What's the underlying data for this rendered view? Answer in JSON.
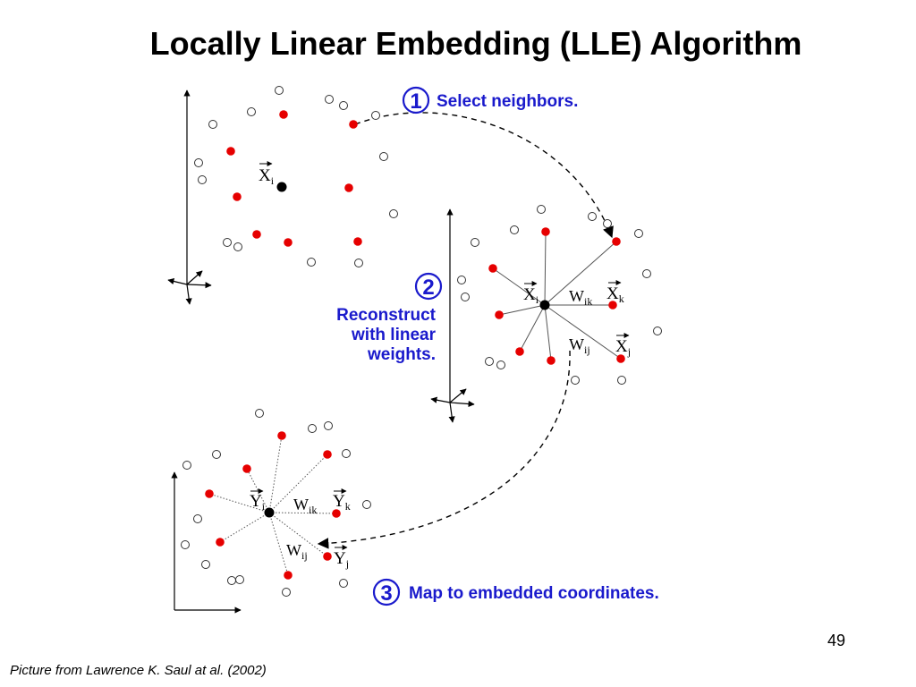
{
  "title": "Locally Linear Embedding (LLE) Algorithm",
  "steps": [
    {
      "number": "1",
      "label": "Select neighbors."
    },
    {
      "number": "2",
      "label_lines": [
        "Reconstruct",
        "with linear",
        "weights."
      ]
    },
    {
      "number": "3",
      "label": "Map to embedded coordinates."
    }
  ],
  "math": {
    "xi": "X",
    "xi_sub": "i",
    "xk": "X",
    "xk_sub": "k",
    "xj": "X",
    "xj_sub": "j",
    "wik": "W",
    "wik_sub": "ik",
    "wij": "W",
    "wij_sub": "ij",
    "yi": "Y",
    "yi_sub": "i",
    "yk": "Y",
    "yk_sub": "k",
    "yj": "Y",
    "yj_sub": "j"
  },
  "page_number": "49",
  "credit": "Picture from Lawrence K. Saul at al. (2002)",
  "colors": {
    "step_text": "#1a1acc",
    "neighbor": "#e60000",
    "center": "#000000",
    "other": "#ffffff"
  }
}
